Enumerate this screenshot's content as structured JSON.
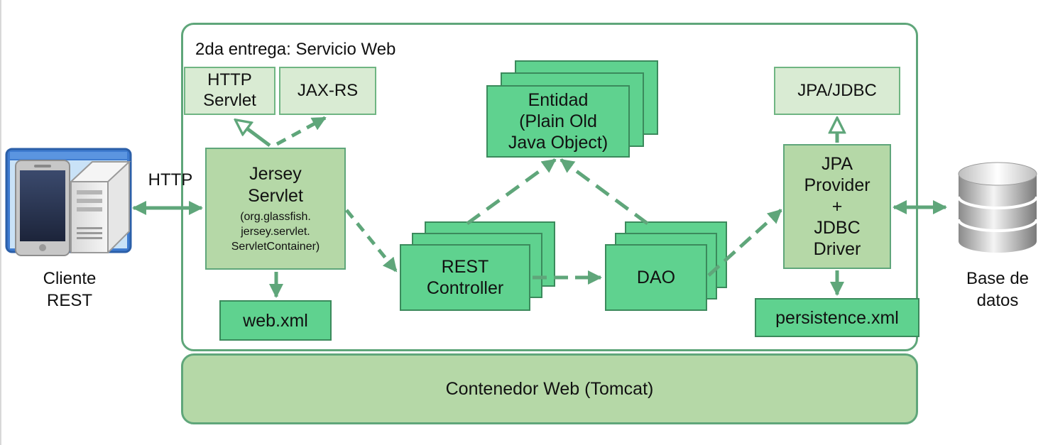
{
  "container_title": "2da entrega: Servicio Web",
  "tomcat": "Contenedor Web (Tomcat)",
  "http_servlet": [
    "HTTP",
    "Servlet"
  ],
  "jax_rs": "JAX-RS",
  "jersey": {
    "title": [
      "Jersey",
      "Servlet"
    ],
    "subtitle": [
      "(org.glassfish.",
      "jersey.servlet.",
      "ServletContainer)"
    ]
  },
  "web_xml": "web.xml",
  "entidad": [
    "Entidad",
    "(Plain Old",
    "Java Object)"
  ],
  "rest_controller": [
    "REST",
    "Controller"
  ],
  "dao": "DAO",
  "jpa_jdbc": "JPA/JDBC",
  "jpa_provider": [
    "JPA",
    "Provider",
    "+",
    "JDBC",
    "Driver"
  ],
  "persistence_xml": "persistence.xml",
  "http_label": "HTTP",
  "client": [
    "Cliente",
    "REST"
  ],
  "database": [
    "Base de",
    "datos"
  ],
  "colors": {
    "arrow": "#5fa67a",
    "bright_green": "#5fd28f",
    "light_green": "#d9ebd3",
    "mid_green": "#b5d8a7"
  }
}
